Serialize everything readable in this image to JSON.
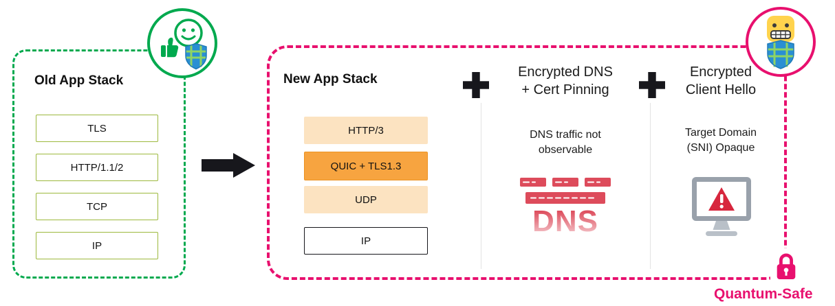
{
  "old_stack": {
    "title": "Old App Stack",
    "layers": [
      "TLS",
      "HTTP/1.1/2",
      "TCP",
      "IP"
    ]
  },
  "new_stack": {
    "title": "New App Stack",
    "layers": [
      "HTTP/3",
      "QUIC + TLS1.3",
      "UDP",
      "IP"
    ]
  },
  "dns_section": {
    "heading_line1": "Encrypted DNS",
    "heading_line2": "+ Cert Pinning",
    "body_line1": "DNS traffic not",
    "body_line2": "observable",
    "graphic_label": "DNS"
  },
  "ech_section": {
    "heading_line1": "Encrypted",
    "heading_line2": "Client Hello",
    "body_line1": "Target Domain",
    "body_line2": "(SNI) Opaque"
  },
  "footer": {
    "quantum_safe_label": "Quantum-Safe"
  },
  "icons": {
    "old_badge": "happy-face-thumbs-up-shield",
    "new_badge": "grimacing-face-shield",
    "arrow": "right-arrow",
    "plus": "plus",
    "dns_graphic": "red-network-devices",
    "monitor": "monitor-warning",
    "lock": "padlock"
  },
  "colors": {
    "green": "#00a94e",
    "pink": "#e8106e",
    "orange": "#f7a440",
    "orange_light": "#fce3c1",
    "red": "#dd4b5b",
    "black": "#17171c"
  }
}
